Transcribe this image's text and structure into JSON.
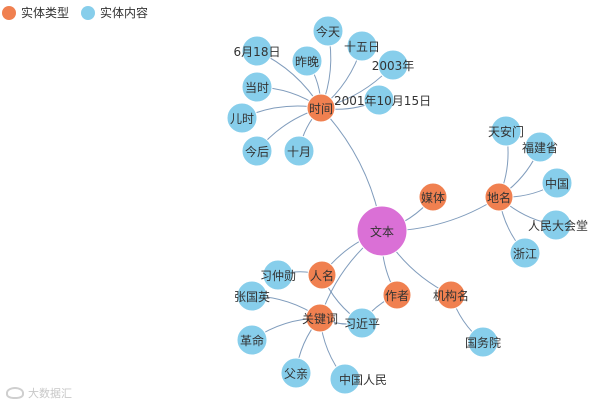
{
  "legend": {
    "items": [
      {
        "label": "实体类型",
        "color": "#f08050"
      },
      {
        "label": "实体内容",
        "color": "#87ceeb"
      }
    ]
  },
  "colors": {
    "root": "#da70d6",
    "type": "#f08050",
    "content": "#87ceeb",
    "link": "#6a8bb0"
  },
  "graph": {
    "root": {
      "id": "root",
      "label": "文本"
    },
    "types": [
      {
        "id": "t-time",
        "label": "时间"
      },
      {
        "id": "t-media",
        "label": "媒体"
      },
      {
        "id": "t-place",
        "label": "地名"
      },
      {
        "id": "t-person",
        "label": "人名"
      },
      {
        "id": "t-keyword",
        "label": "关键词"
      },
      {
        "id": "t-author",
        "label": "作者"
      },
      {
        "id": "t-org",
        "label": "机构名"
      }
    ],
    "contents": [
      {
        "id": "c1",
        "label": "6月18日",
        "parent": "t-time"
      },
      {
        "id": "c2",
        "label": "今天",
        "parent": "t-time"
      },
      {
        "id": "c3",
        "label": "十五日",
        "parent": "t-time"
      },
      {
        "id": "c4",
        "label": "昨晚",
        "parent": "t-time"
      },
      {
        "id": "c5",
        "label": "2003年",
        "parent": "t-time"
      },
      {
        "id": "c6",
        "label": "当时",
        "parent": "t-time"
      },
      {
        "id": "c7",
        "label": "2001年10月15日",
        "parent": "t-time"
      },
      {
        "id": "c8",
        "label": "儿时",
        "parent": "t-time"
      },
      {
        "id": "c9",
        "label": "今后",
        "parent": "t-time"
      },
      {
        "id": "c10",
        "label": "十月",
        "parent": "t-time"
      },
      {
        "id": "c11",
        "label": "天安门",
        "parent": "t-place"
      },
      {
        "id": "c12",
        "label": "福建省",
        "parent": "t-place"
      },
      {
        "id": "c13",
        "label": "中国",
        "parent": "t-place"
      },
      {
        "id": "c14",
        "label": "人民大会堂",
        "parent": "t-place"
      },
      {
        "id": "c15",
        "label": "浙江",
        "parent": "t-place"
      },
      {
        "id": "c16",
        "label": "习仲勋",
        "parent": "t-person"
      },
      {
        "id": "c17",
        "label": "张国英",
        "parent": "t-keyword"
      },
      {
        "id": "c18",
        "label": "习近平",
        "parent": "t-person",
        "also": [
          "t-keyword",
          "t-author"
        ]
      },
      {
        "id": "c19",
        "label": "革命",
        "parent": "t-keyword"
      },
      {
        "id": "c20",
        "label": "父亲",
        "parent": "t-keyword"
      },
      {
        "id": "c21",
        "label": "中国人民",
        "parent": "t-keyword"
      },
      {
        "id": "c22",
        "label": "国务院",
        "parent": "t-org"
      }
    ]
  },
  "watermark": {
    "text": "大数据汇"
  }
}
